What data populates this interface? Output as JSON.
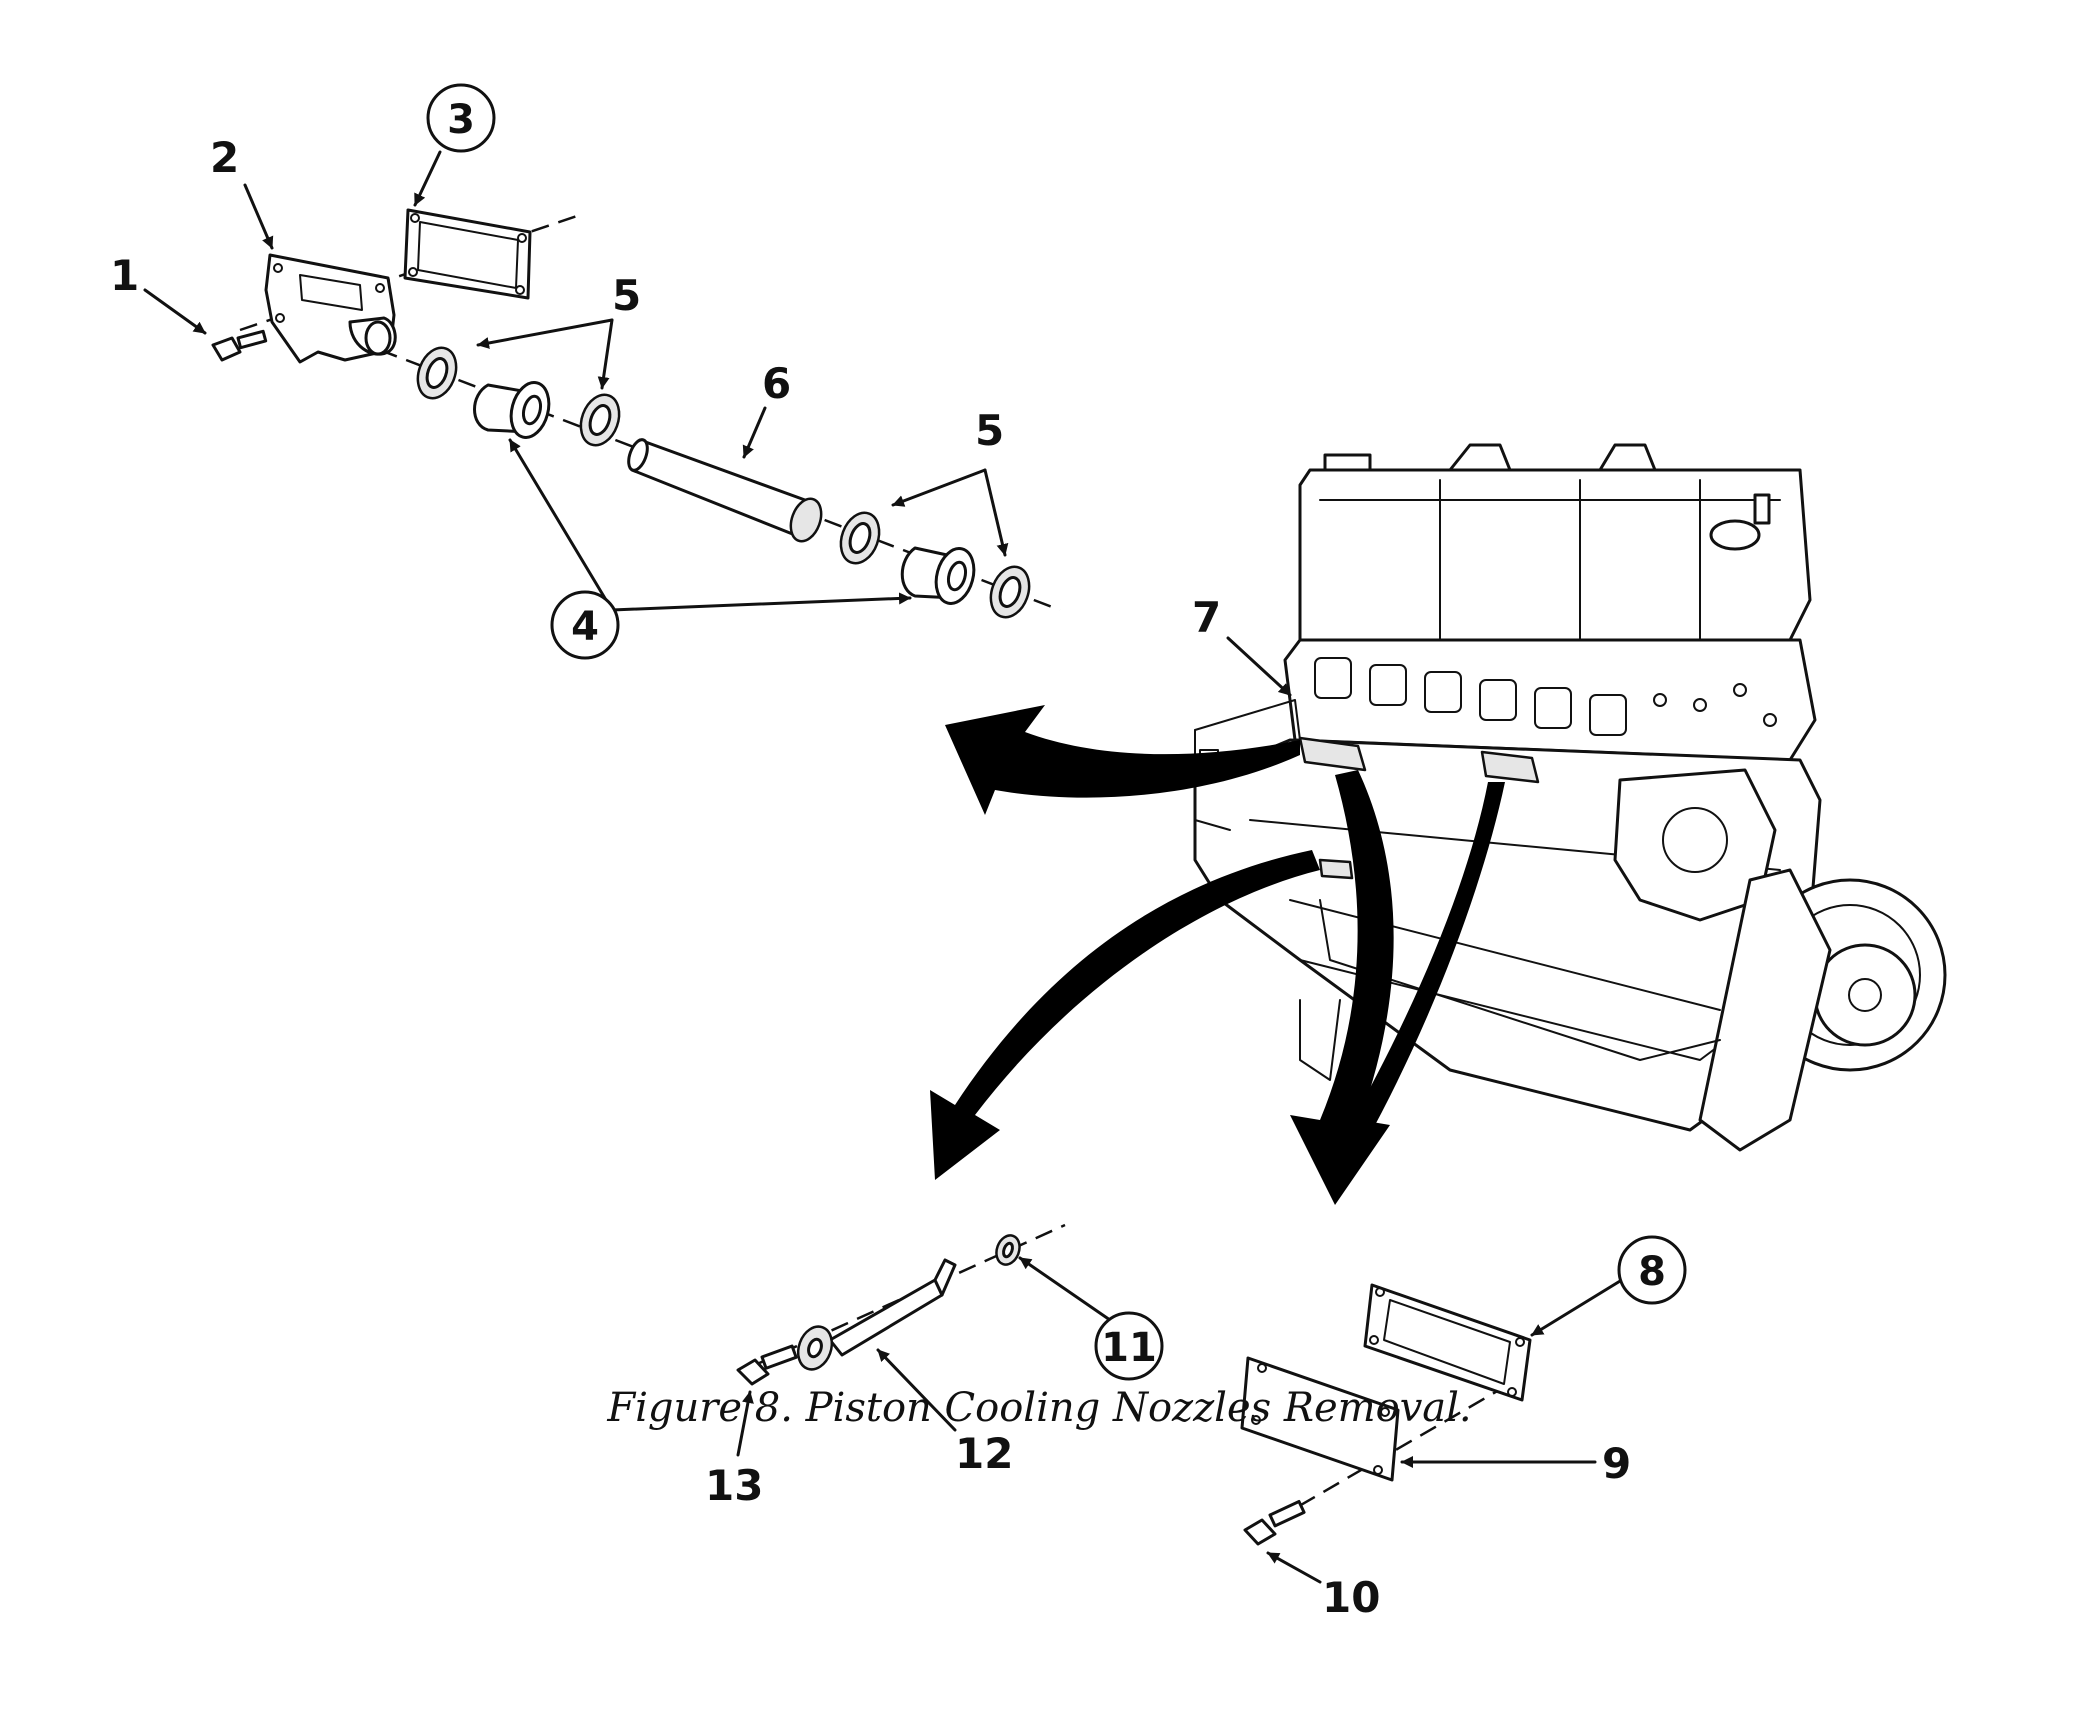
{
  "figure": {
    "caption": "Figure 8.  Piston Cooling Nozzles Removal."
  },
  "callouts": {
    "c1": "1",
    "c2": "2",
    "c3": "3",
    "c4": "4",
    "c5a": "5",
    "c5b": "5",
    "c6": "6",
    "c7": "7",
    "c8": "8",
    "c9": "9",
    "c10": "10",
    "c11": "11",
    "c12": "12",
    "c13": "13"
  }
}
